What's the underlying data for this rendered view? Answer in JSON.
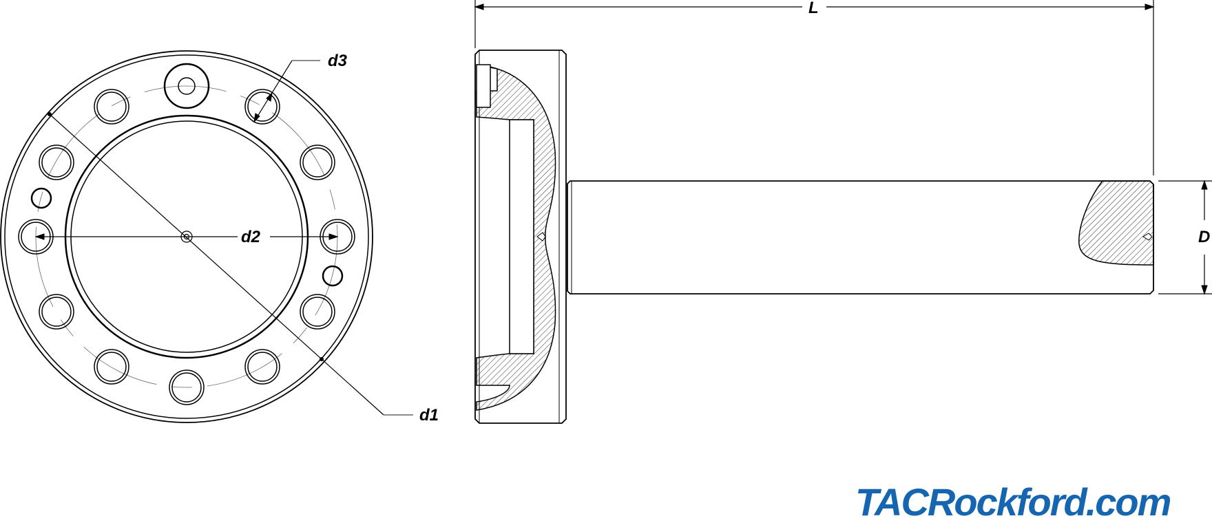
{
  "drawing": {
    "type": "technical-drawing",
    "views": [
      "front-view-flange",
      "side-section-view"
    ],
    "dimensions": {
      "overall_length": "L",
      "shaft_diameter": "D",
      "flange_outer_diameter": "d1",
      "bolt_circle_diameter": "d2",
      "bolt_hole_diameter": "d3"
    },
    "colors": {
      "line": "#000000",
      "hatch": "#333333",
      "center_line": "#666666"
    }
  },
  "logo": {
    "text": "TACRockford.com",
    "color": "#1565b0"
  }
}
